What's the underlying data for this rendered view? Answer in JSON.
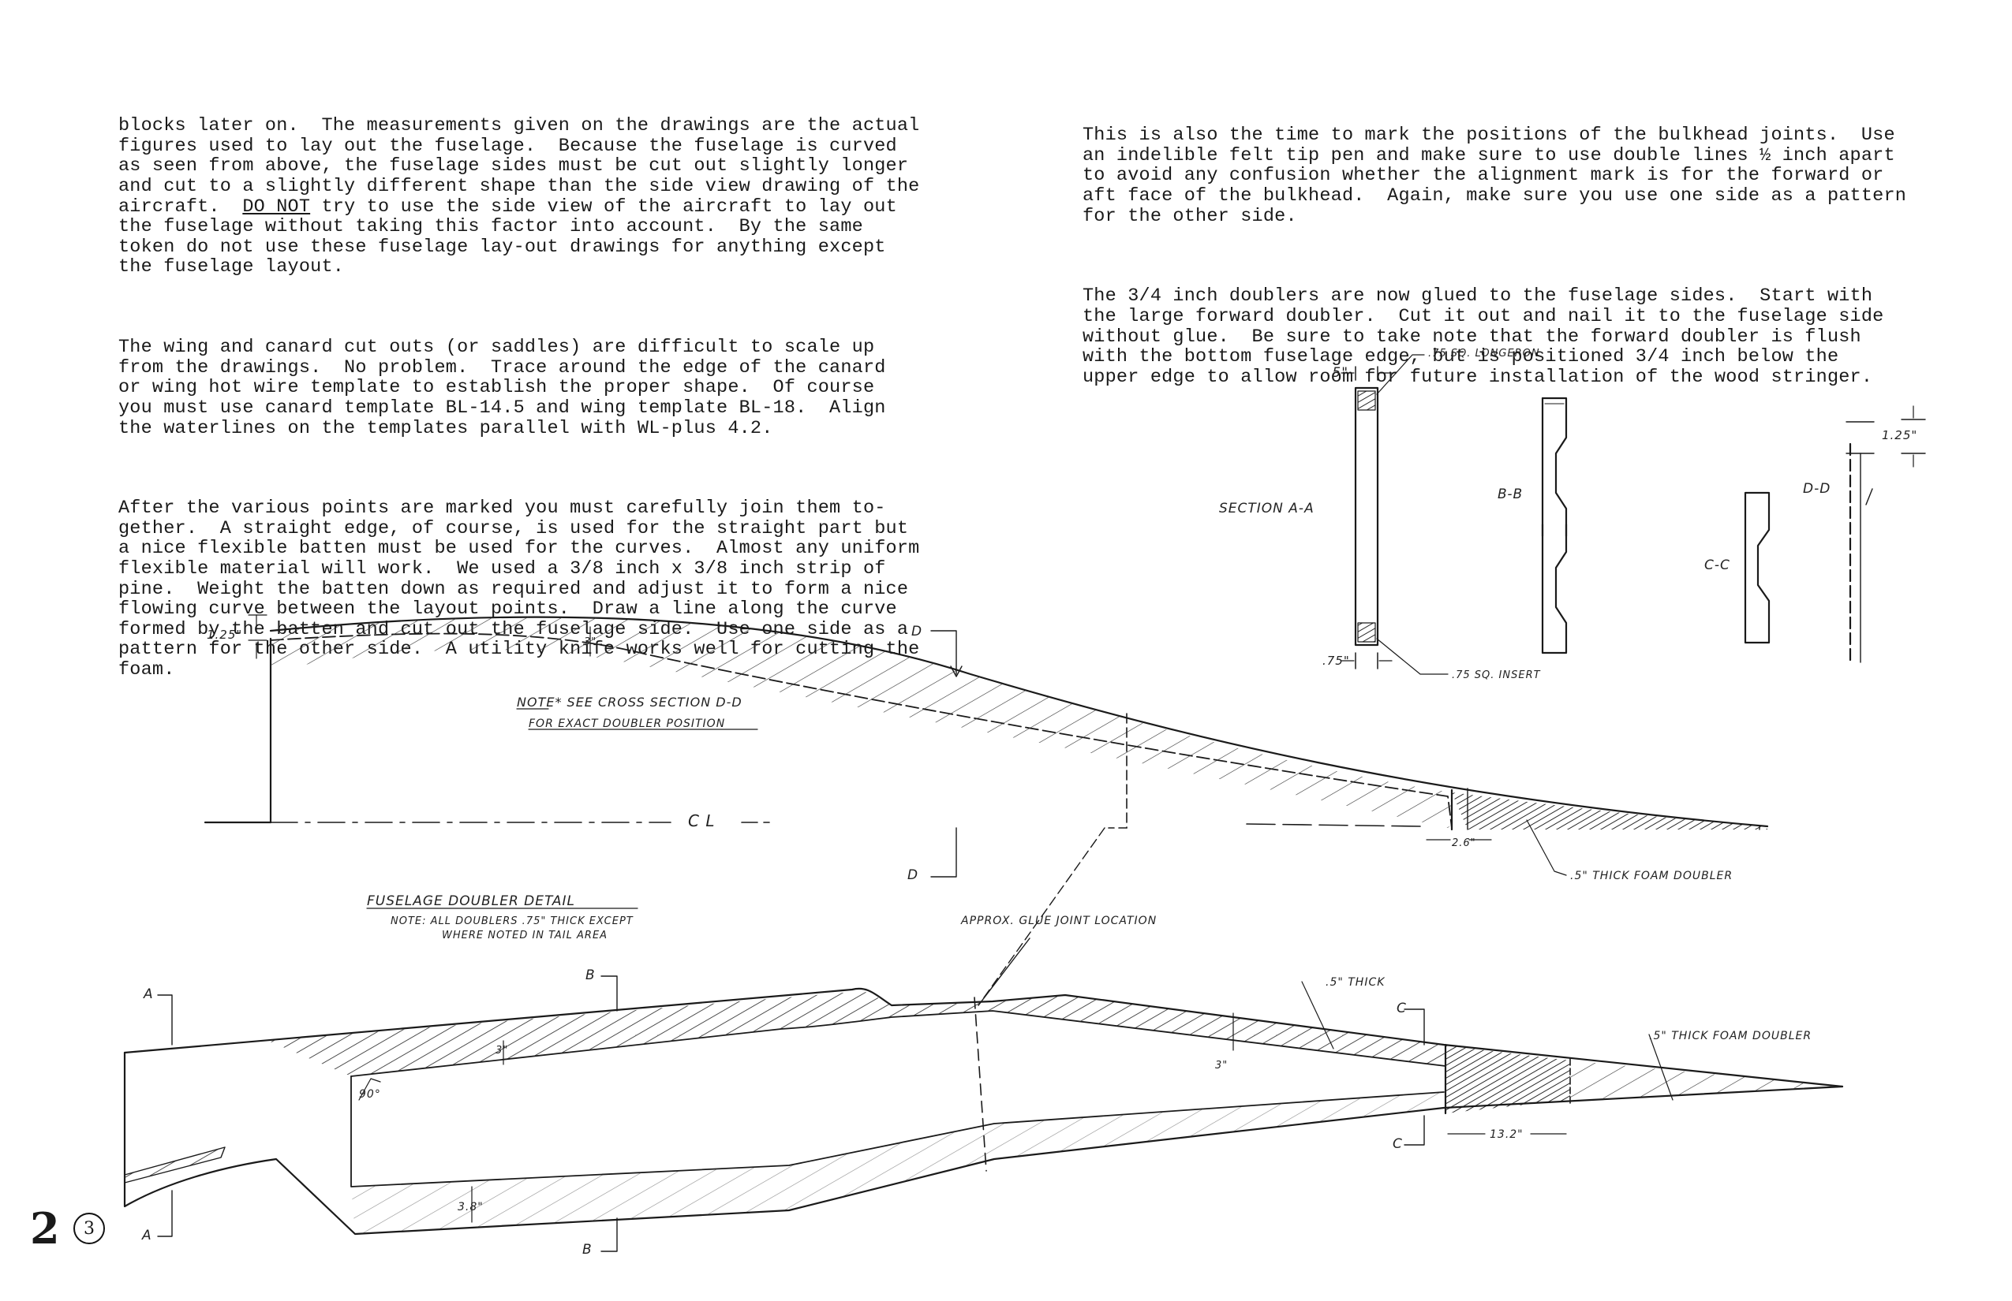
{
  "left_column": {
    "p1": [
      "blocks later on.  The measurements given on the drawings are the actual",
      "figures used to lay out the fuselage.  Because the fuselage is curved",
      "as seen from above, the fuselage sides must be cut out slightly longer",
      "and cut to a slightly different shape than the side view drawing of the",
      "aircraft.  ",
      "DO NOT",
      " try to use the side view of the aircraft to lay out",
      "the fuselage without taking this factor into account.  By the same",
      "token do not use these fuselage lay-out drawings for anything except",
      "the fuselage layout."
    ],
    "p2": [
      "The wing and canard cut outs (or saddles) are difficult to scale up",
      "from the drawings.  No problem.  Trace around the edge of the canard",
      "or wing hot wire template to establish the proper shape.  Of course",
      "you must use canard template BL-14.5 and wing template BL-18.  Align",
      "the waterlines on the templates parallel with WL-plus 4.2."
    ],
    "p3": [
      "After the various points are marked you must carefully join them to-",
      "gether.  A straight edge, of course, is used for the straight part but",
      "a nice flexible batten must be used for the curves.  Almost any uniform",
      "flexible material will work.  We used a 3/8 inch x 3/8 inch strip of",
      "pine.  Weight the batten down as required and adjust it to form a nice",
      "flowing curve between the layout points.  Draw a line along the curve",
      "formed by the batten and cut out the fuselage side.  Use one side as a",
      "pattern for the other side.  A utility knife works well for cutting the",
      "foam."
    ]
  },
  "right_column": {
    "p1": [
      "This is also the time to mark the positions of the bulkhead joints.  Use",
      "an indelible felt tip pen and make sure to use double lines ½ inch apart",
      "to avoid any confusion whether the alignment mark is for the forward or",
      "aft face of the bulkhead.  Again, make sure you use one side as a pattern",
      "for the other side."
    ],
    "p2": [
      "The 3/4 inch doublers are now glued to the fuselage sides.  Start with",
      "the large forward doubler.  Cut it out and nail it to the fuselage side",
      "without glue.  Be sure to take note that the forward doubler is flush",
      "with the bottom fuselage edge, but is positioned 3/4 inch below the",
      "upper edge to allow room for future installation of the wood stringer."
    ]
  },
  "sections": {
    "dim_top": ".5\"",
    "longeron": ".75 SQ. LONGERON",
    "section_aa": "SECTION  A-A",
    "section_bb": "B-B",
    "section_cc": "C-C",
    "section_dd": "D-D",
    "dim_bottom": ".75\"",
    "insert": ".75 SQ. INSERT",
    "dim_dd": "1.25\""
  },
  "upper_drawing": {
    "dim_left": "1.25\"",
    "dim_thick": "3\"",
    "label_d_top": "D",
    "label_d_bottom": "D",
    "note_line1": "NOTE*  SEE CROSS SECTION  D-D",
    "note_line2": "FOR EXACT DOUBLER POSITION",
    "centerline": "C L",
    "dim_tail": "2.6\"",
    "foam_doubler": ".5\" THICK FOAM DOUBLER"
  },
  "detail": {
    "title": "FUSELAGE DOUBLER DETAIL",
    "note_line1": "NOTE: ALL DOUBLERS .75\" THICK EXCEPT",
    "note_line2": "WHERE NOTED IN TAIL AREA",
    "glue_joint": "APPROX. GLUE JOINT LOCATION"
  },
  "lower_drawing": {
    "label_a_top": "A",
    "label_a_bottom": "A",
    "label_b_top": "B",
    "label_b_bottom": "B",
    "label_c_top": "C",
    "label_c_bottom": "C",
    "dim_3_left": "3\"",
    "dim_3_right": "3\"",
    "angle": "90°",
    "dim_38": "3.8\"",
    "dim_5thick": ".5\" THICK",
    "dim_132": "13.2\"",
    "foam_doubler": ".5\" THICK FOAM DOUBLER"
  },
  "page": {
    "number": "2",
    "circled": "3"
  },
  "colors": {
    "ink": "#1a1a1a",
    "paper": "#ffffff"
  }
}
